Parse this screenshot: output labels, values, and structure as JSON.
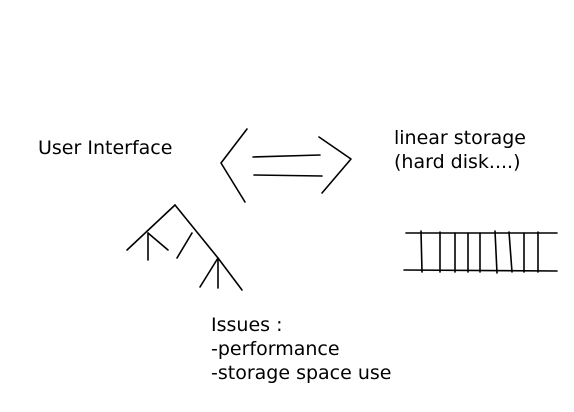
{
  "diagram": {
    "left_label": "User Interface",
    "right_label_line1": "linear storage",
    "right_label_line2": "(hard disk....)",
    "issues_title": "Issues :",
    "issues": [
      "-performance",
      "-storage space use"
    ]
  }
}
